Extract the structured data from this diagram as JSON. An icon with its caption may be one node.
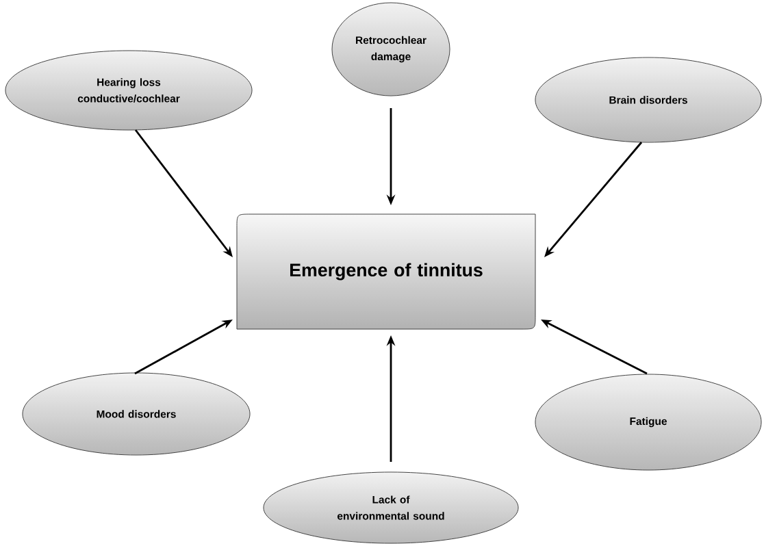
{
  "diagram": {
    "nodes": [
      {
        "text": [
          "Retrocochlear damage"
        ]
      },
      {
        "text": [
          "Hearing loss conductive/cochlear"
        ]
      },
      {
        "text": [
          "Brain disorders"
        ]
      },
      {
        "text": [
          "Emergence of tinnitus"
        ]
      },
      {
        "text": [
          "Mood disorders"
        ]
      },
      {
        "text": [
          "Fatigue"
        ]
      },
      {
        "text": [
          "Lack of environmental sound"
        ]
      }
    ],
    "edges": [
      {
        "from": 0,
        "to": 3,
        "arrow": "to"
      },
      {
        "from": 1,
        "to": 3,
        "arrow": "to"
      },
      {
        "from": 2,
        "to": 3,
        "arrow": "to"
      },
      {
        "from": 4,
        "to": 3,
        "arrow": "to"
      },
      {
        "from": 5,
        "to": 3,
        "arrow": "to"
      },
      {
        "from": 6,
        "to": 3,
        "arrow": "to"
      }
    ]
  }
}
